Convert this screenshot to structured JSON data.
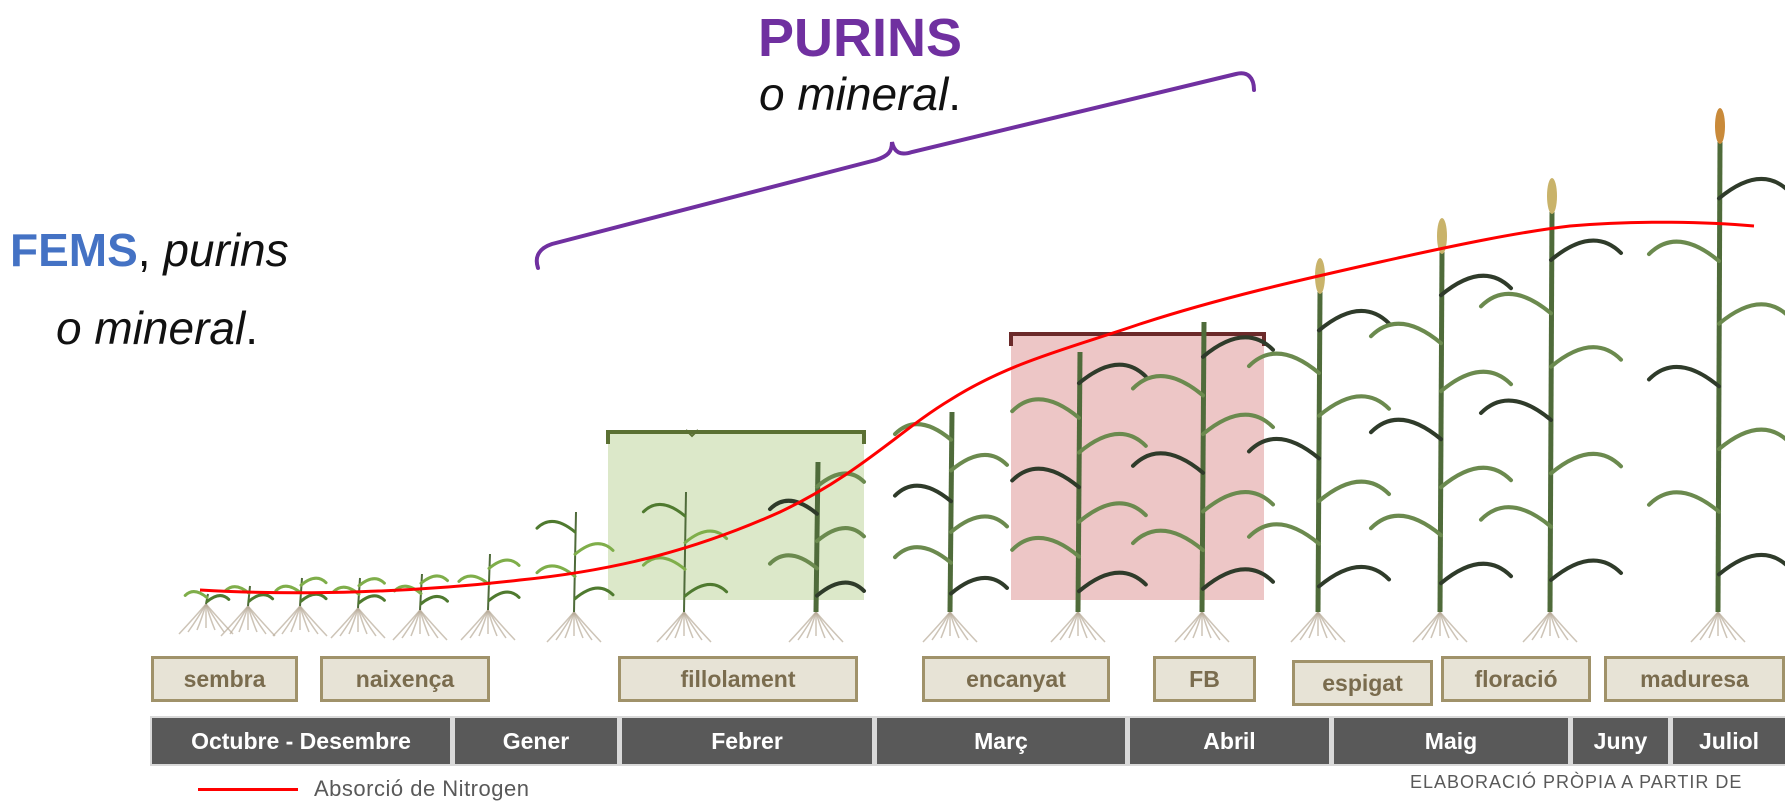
{
  "headline_purins": {
    "title": "PURINS",
    "subtitle": "o mineral",
    "subtitle_end": "."
  },
  "headline_fems": {
    "title": "FEMS",
    "rest": ", ",
    "rest_italic": "purins",
    "line2": "o mineral",
    "line2_end": "."
  },
  "stages": [
    {
      "label": "sembra"
    },
    {
      "label": "naixença"
    },
    {
      "label": "fillolament"
    },
    {
      "label": "encanyat"
    },
    {
      "label": "FB"
    },
    {
      "label": "espigat"
    },
    {
      "label": "floració"
    },
    {
      "label": "maduresa"
    }
  ],
  "months": [
    {
      "label": "Octubre - Desembre"
    },
    {
      "label": "Gener"
    },
    {
      "label": "Febrer"
    },
    {
      "label": "Març"
    },
    {
      "label": "Abril"
    },
    {
      "label": "Maig"
    },
    {
      "label": "Juny"
    },
    {
      "label": "Juliol"
    }
  ],
  "legend": {
    "label": "Absorció de Nitrogen",
    "color": "#ff0000"
  },
  "source": {
    "text": "ELABORACIÓ PRÒPIA  A PARTIR DE"
  },
  "colors": {
    "purins": "#7030a0",
    "fems": "#4472c4",
    "fillolament_band": "#d6e4bf",
    "encanyat_band": "#e8b8b8",
    "month_bar": "#595959",
    "stage_box_fill": "#e7e3d6",
    "stage_box_border": "#a0926a"
  },
  "icons": [
    "wheat-plant-icon"
  ]
}
